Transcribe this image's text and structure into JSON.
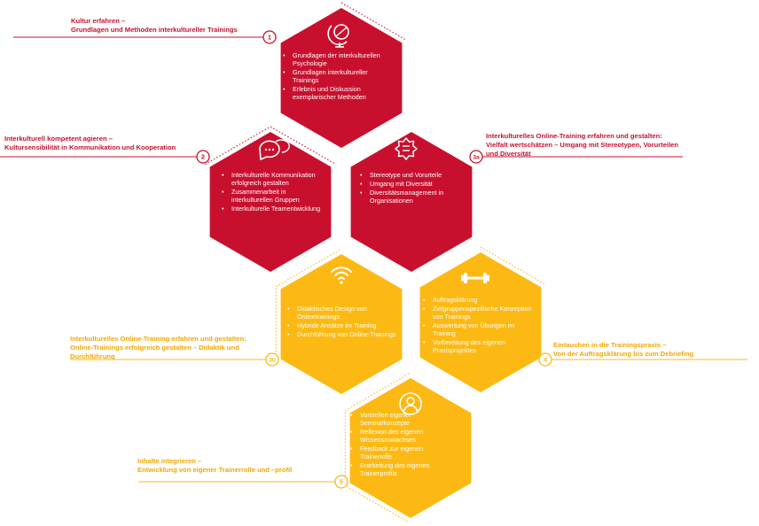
{
  "colors": {
    "red": "#c8102e",
    "orange": "#fdb913",
    "orange_text": "#f3a600",
    "white": "#ffffff"
  },
  "modules": [
    {
      "number": "1",
      "icon": "globe-icon",
      "bullets": [
        "Grundlagen der interkulturellen Psychologie",
        "Grundlagen interkultureller Trainings",
        "Erlebnis und Diskussion exemplarischer Methoden"
      ],
      "label": [
        "Kultur erfahren –",
        "Grundlagen und Methoden interkultureller Trainings"
      ]
    },
    {
      "number": "2",
      "icon": "chat-bubbles-icon",
      "bullets": [
        "Interkulturelle  Kommunikation erfolgreich gestalten",
        "Zusammenarbeit in interkulturellen Gruppen",
        "Interkulturelle Teamentwicklung"
      ],
      "label": [
        "Interkulturell kompetent agieren –",
        "Kultursensibilität in Kommunikation und Kooperation"
      ]
    },
    {
      "number": "3a",
      "icon": "speech-burst-icon",
      "bullets": [
        "Stereotype und Vorurteile",
        "Umgang mit Diversität",
        "Diversitätsmanagement in Organisationen"
      ],
      "label": [
        "Interkulturelles Online-Training erfahren und gestalten:",
        "Vielfalt wertschätzen – Umgang mit Stereotypen, Vorurteilen",
        "und Diversität"
      ]
    },
    {
      "number": "3b",
      "icon": "wifi-icon",
      "bullets": [
        "Didaktisches Design von Onlinetrainings",
        "Hybride Ansätze im Training",
        "Durchführung von Online-Trainings"
      ],
      "label": [
        "Interkulturelles Online-Training erfahren und gestalten:",
        "Online-Trainings erfolgreich gestalten – Didaktik und",
        "Durchführung"
      ]
    },
    {
      "number": "4",
      "icon": "dumbbell-icon",
      "bullets": [
        "Auftragsklärung",
        "Zielgruppenspezifische Konzeption von Trainings",
        "Auswertung von Übungen im Training",
        "Vorbereitung des eigenen Praxisprojektes"
      ],
      "label": [
        "Eintauchen in die Trainingspraxis –",
        "Von der Auftragsklärung bis zum Debriefing"
      ]
    },
    {
      "number": "5",
      "icon": "person-icon",
      "bullets": [
        "Vorstellen eigener Seminarkonzepte",
        "Reflexion des eigenen Wissenszuwachses",
        "Feedback zur eigenen Trainerrolle",
        "Erarbeitung des eigenen Trainerprofils"
      ],
      "label": [
        "Inhalte integrieren –",
        "Entwicklung von eigener Trainerrolle und –profil"
      ]
    }
  ]
}
